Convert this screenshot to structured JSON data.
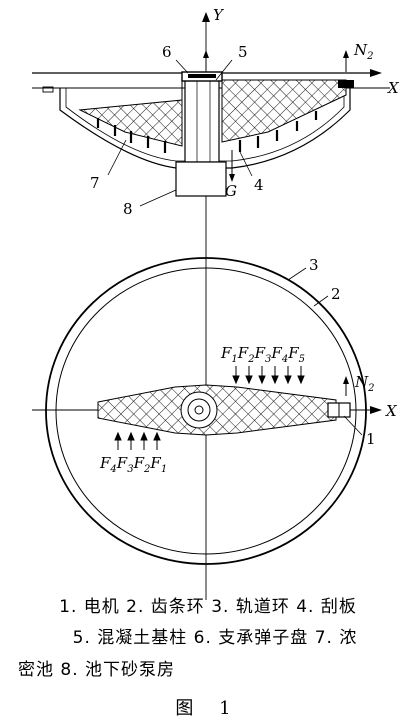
{
  "axis_labels": {
    "y": "Y",
    "x_top": "X",
    "x_bottom": "X"
  },
  "callouts": {
    "c1": "1",
    "c2": "2",
    "c3": "3",
    "c4": "4",
    "c5": "5",
    "c6": "6",
    "c7": "7",
    "c8": "8"
  },
  "forces": {
    "N": "N",
    "N_sub": "2",
    "G": "G",
    "F": "F",
    "top_subs": [
      "1",
      "2",
      "3",
      "4",
      "5"
    ],
    "bottom_subs": [
      "4",
      "3",
      "2",
      "1"
    ]
  },
  "legend": {
    "line1": "1. 电机   2. 齿条环   3. 轨道环   4. 刮板",
    "line2": "5. 混凝土基柱   6. 支承弹子盘   7. 浓",
    "line3": "密池   8. 池下砂泵房"
  },
  "figure_caption": "图 1"
}
